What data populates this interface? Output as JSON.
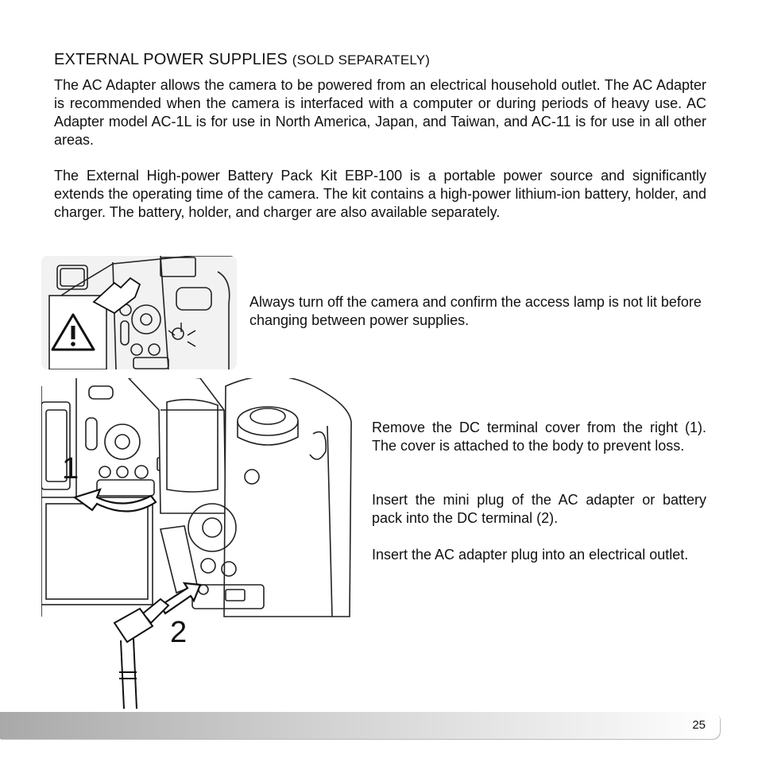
{
  "heading": {
    "main": "EXTERNAL POWER SUPPLIES",
    "sub": "(SOLD SEPARATELY)"
  },
  "paragraphs": [
    "The AC Adapter allows the camera to be powered from an electrical household outlet. The AC Adapter is recommended when the camera is interfaced with a computer or during periods of heavy use. AC Adapter model AC-1L is for use in North America, Japan, and Taiwan, and AC-11 is for use in all other areas.",
    "The External High-power Battery Pack Kit EBP-100 is a portable power source and significantly extends the operating time of the camera. The kit contains a high-power lithium-ion battery, holder, and charger. The battery, holder, and charger are also available separately."
  ],
  "warning": {
    "text": "Always turn off the camera and confirm the access lamp is not lit before changing between power supplies.",
    "icon": "warning-triangle-icon"
  },
  "illustration": {
    "callout_1": "1",
    "callout_2": "2"
  },
  "steps": [
    "Remove the DC terminal cover from the right (1). The cover is attached to the body to prevent loss.",
    "Insert the mini plug of the AC adapter or battery pack into the DC terminal (2).",
    "Insert the AC adapter plug into an electrical outlet."
  ],
  "footer": {
    "page_number": "25"
  }
}
